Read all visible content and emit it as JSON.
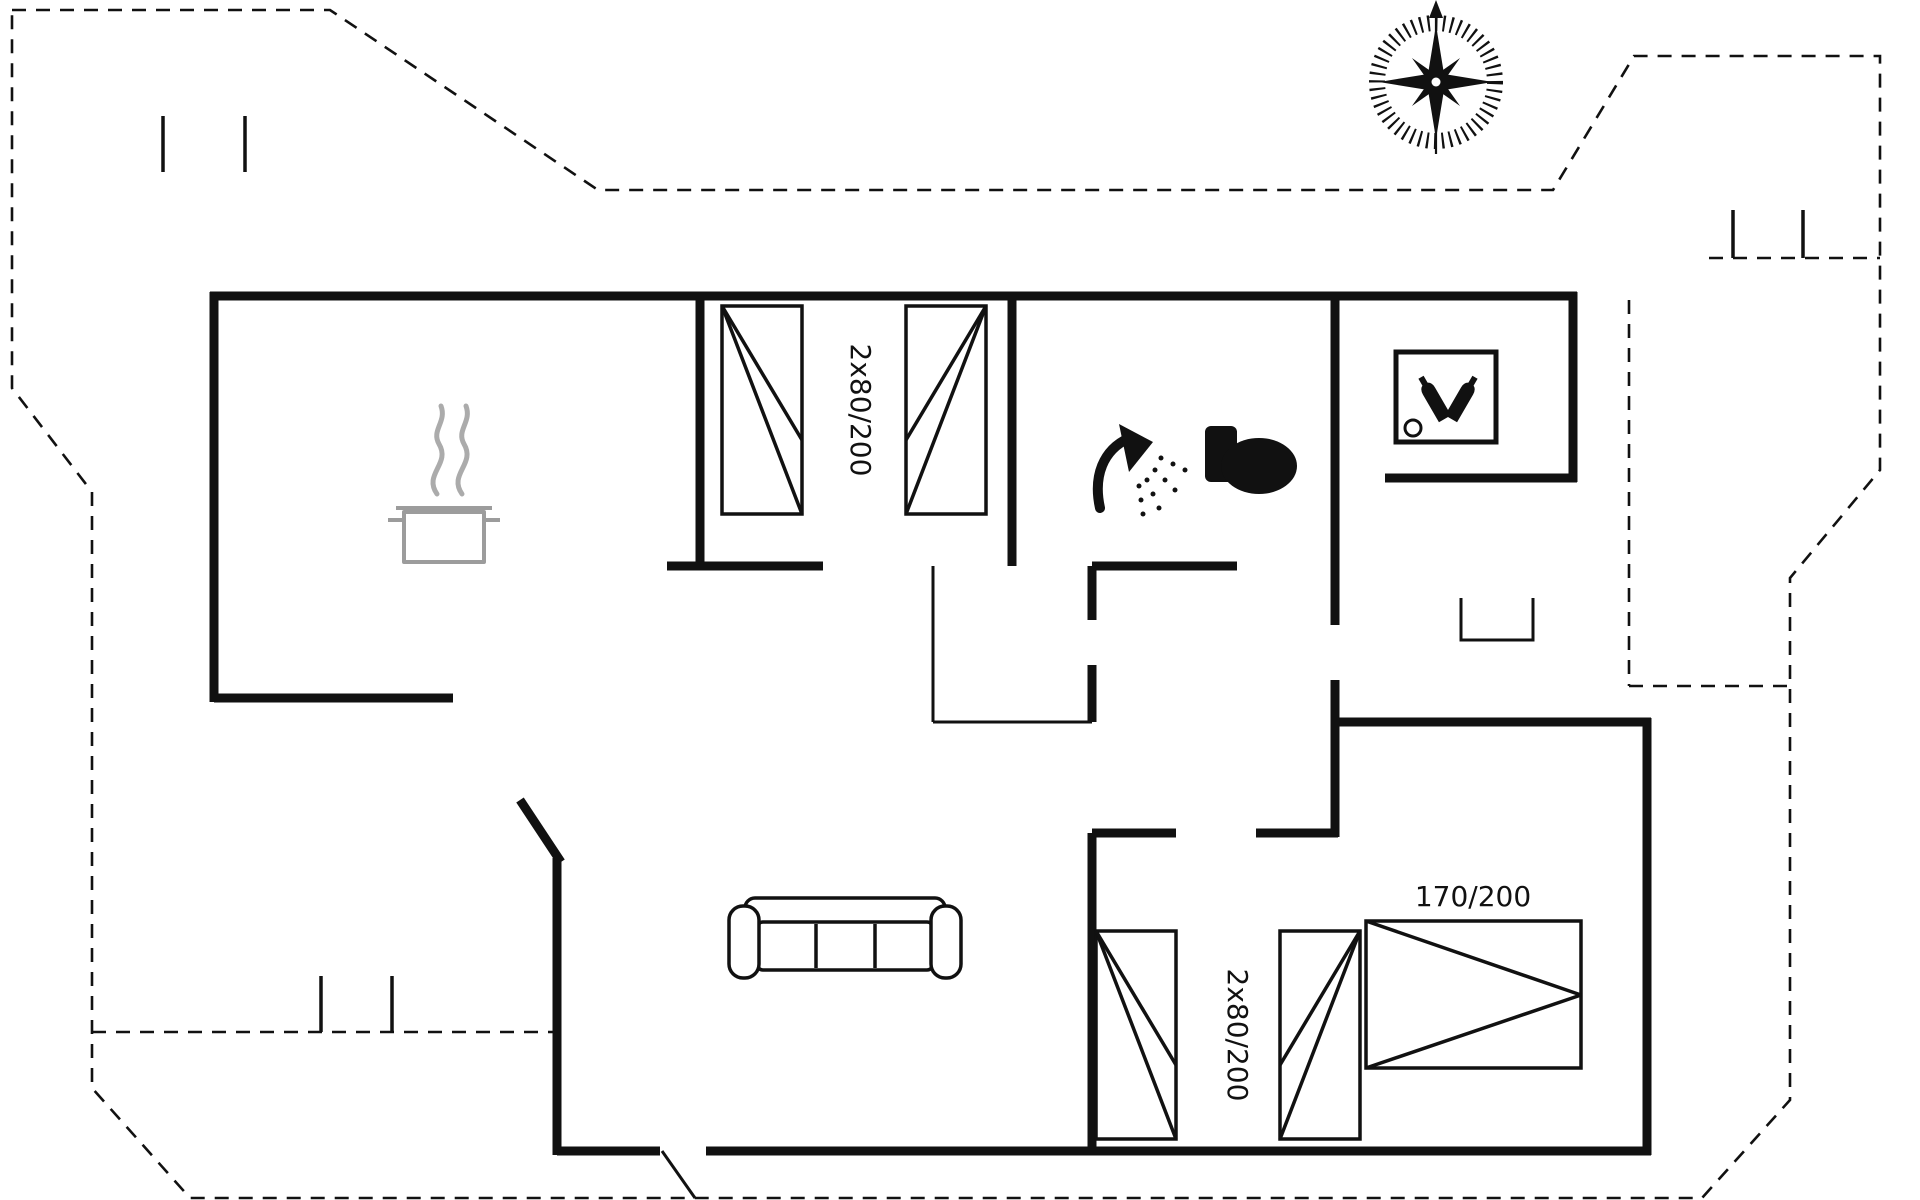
{
  "plan": {
    "type": "floor-plan",
    "labels": {
      "bedroom_top": "2x80/200",
      "bedroom_bottom": "2x80/200",
      "double_bed": "170/200"
    },
    "colors": {
      "ink": "#111111",
      "steam": "#ababab",
      "pot": "#9c9c9c",
      "background": "#ffffff"
    },
    "icons": [
      "compass-rose-icon",
      "cooking-pot-icon",
      "steam-icon",
      "shower-icon",
      "toilet-icon",
      "bottle-rack-icon",
      "sofa-icon",
      "single-bed-icon",
      "double-bed-icon",
      "deck-step"
    ]
  }
}
